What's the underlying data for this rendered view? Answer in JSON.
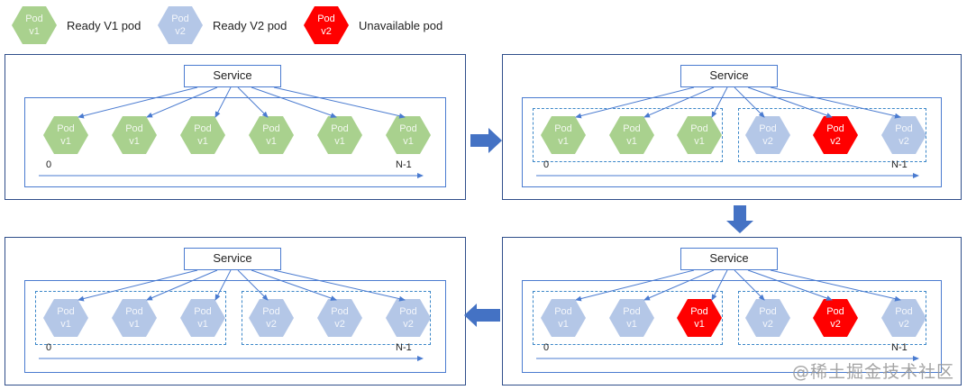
{
  "colors": {
    "ready_v1": "#a9d18e",
    "ready_v2": "#b4c7e7",
    "unavailable": "#ff0000",
    "border": "#4a7bd0",
    "flow_arrow": "#4472c4"
  },
  "legend": [
    {
      "line1": "Pod",
      "line2": "v1",
      "state": "ready_v1",
      "label": "Ready V1 pod"
    },
    {
      "line1": "Pod",
      "line2": "v2",
      "state": "ready_v2",
      "label": "Ready V2 pod"
    },
    {
      "line1": "Pod",
      "line2": "v2",
      "state": "unavailable",
      "label": "Unavailable pod"
    }
  ],
  "panels": [
    {
      "name": "stage-1",
      "service_label": "Service",
      "axis_start": "0",
      "axis_end": "N-1",
      "groups": [],
      "pods": [
        {
          "line1": "Pod",
          "line2": "v1",
          "state": "ready_v1"
        },
        {
          "line1": "Pod",
          "line2": "v1",
          "state": "ready_v1"
        },
        {
          "line1": "Pod",
          "line2": "v1",
          "state": "ready_v1"
        },
        {
          "line1": "Pod",
          "line2": "v1",
          "state": "ready_v1"
        },
        {
          "line1": "Pod",
          "line2": "v1",
          "state": "ready_v1"
        },
        {
          "line1": "Pod",
          "line2": "v1",
          "state": "ready_v1"
        }
      ]
    },
    {
      "name": "stage-2",
      "service_label": "Service",
      "axis_start": "0",
      "axis_end": "N-1",
      "groups": [
        "left",
        "right"
      ],
      "pods": [
        {
          "line1": "Pod",
          "line2": "v1",
          "state": "ready_v1"
        },
        {
          "line1": "Pod",
          "line2": "v1",
          "state": "ready_v1"
        },
        {
          "line1": "Pod",
          "line2": "v1",
          "state": "ready_v1"
        },
        {
          "line1": "Pod",
          "line2": "v2",
          "state": "ready_v2"
        },
        {
          "line1": "Pod",
          "line2": "v2",
          "state": "unavailable"
        },
        {
          "line1": "Pod",
          "line2": "v2",
          "state": "ready_v2"
        }
      ]
    },
    {
      "name": "stage-3",
      "service_label": "Service",
      "axis_start": "0",
      "axis_end": "N-1",
      "groups": [
        "left",
        "right"
      ],
      "pods": [
        {
          "line1": "Pod",
          "line2": "v1",
          "state": "ready_v2"
        },
        {
          "line1": "Pod",
          "line2": "v1",
          "state": "ready_v2"
        },
        {
          "line1": "Pod",
          "line2": "v1",
          "state": "unavailable"
        },
        {
          "line1": "Pod",
          "line2": "v2",
          "state": "ready_v2"
        },
        {
          "line1": "Pod",
          "line2": "v2",
          "state": "unavailable"
        },
        {
          "line1": "Pod",
          "line2": "v2",
          "state": "ready_v2"
        }
      ]
    },
    {
      "name": "stage-4",
      "service_label": "Service",
      "axis_start": "0",
      "axis_end": "N-1",
      "groups": [
        "left",
        "right"
      ],
      "pods": [
        {
          "line1": "Pod",
          "line2": "v1",
          "state": "ready_v2"
        },
        {
          "line1": "Pod",
          "line2": "v1",
          "state": "ready_v2"
        },
        {
          "line1": "Pod",
          "line2": "v1",
          "state": "ready_v2"
        },
        {
          "line1": "Pod",
          "line2": "v2",
          "state": "ready_v2"
        },
        {
          "line1": "Pod",
          "line2": "v2",
          "state": "ready_v2"
        },
        {
          "line1": "Pod",
          "line2": "v2",
          "state": "ready_v2"
        }
      ]
    }
  ],
  "flow": [
    {
      "from": "stage-1",
      "to": "stage-2",
      "direction": "right"
    },
    {
      "from": "stage-2",
      "to": "stage-3",
      "direction": "down"
    },
    {
      "from": "stage-3",
      "to": "stage-4",
      "direction": "left"
    }
  ],
  "watermark": "@稀土掘金技术社区"
}
